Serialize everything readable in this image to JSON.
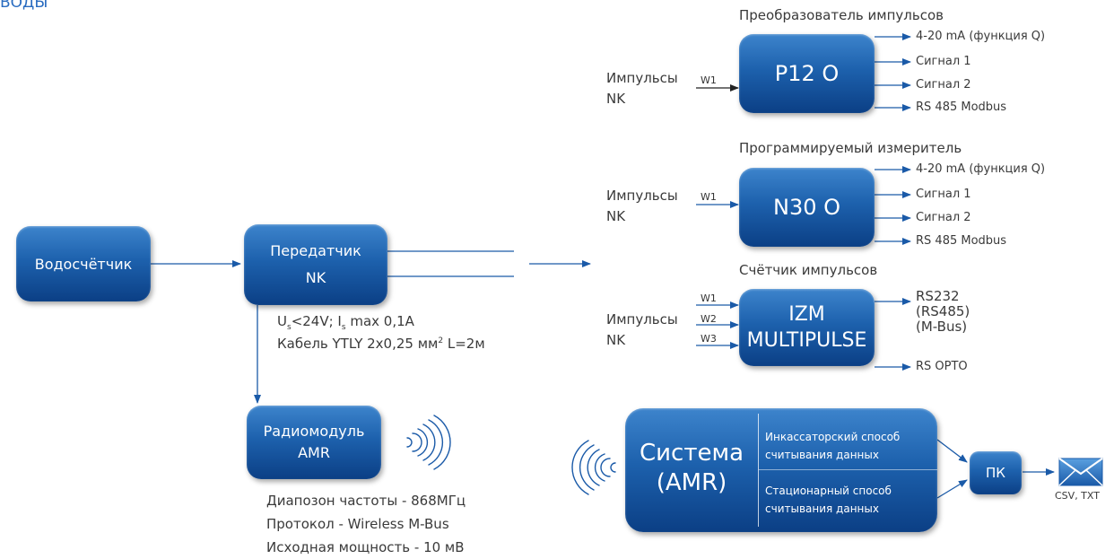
{
  "heading_fragment": "ВОДЫ",
  "water_meter": "Водосчётчик",
  "transmitter": {
    "line1": "Передатчик",
    "line2": "NK"
  },
  "transmitter_spec": {
    "us_a": "U",
    "us_sub": "s",
    "us_b": "<24V; I",
    "is_sub": "s",
    "us_c": " max 0,1A",
    "cable_a": "Кабель YTLY 2x0,25 мм",
    "cable_sup": "2",
    "cable_b": " L=2м"
  },
  "radio_module": {
    "line1": "Радиомодуль",
    "line2": "AMR"
  },
  "radio_spec": [
    "Диапозон частоты - 868МГц",
    "Протокол - Wireless M-Bus",
    "Исходная мощность - 10 мВ"
  ],
  "converter": {
    "title": "Преобразователь импульсов",
    "box": "P12 O",
    "input": {
      "line1": "Импульсы",
      "line2": "NK",
      "wire": "W1"
    },
    "outputs": [
      "4-20 mA (функция Q)",
      "Сигнал 1",
      "Сигнал 2",
      "RS 485 Modbus"
    ]
  },
  "meter": {
    "title": "Программируемый измеритель",
    "box": "N30 O",
    "input": {
      "line1": "Импульсы",
      "line2": "NK",
      "wire": "W1"
    },
    "outputs": [
      "4-20 mA (функция Q)",
      "Сигнал 1",
      "Сигнал 2",
      "RS 485 Modbus"
    ]
  },
  "counter": {
    "title": "Счётчик импульсов",
    "box_line1": "IZM",
    "box_line2": "MULTIPULSE",
    "input": {
      "line1": "Импульсы",
      "line2": "NK",
      "wires": [
        "W1",
        "W2",
        "W3"
      ]
    },
    "outputs": {
      "top": [
        "RS232",
        "(RS485)",
        "(M-Bus)"
      ],
      "bottom": "RS OPTO"
    }
  },
  "system": {
    "line1": "Система",
    "line2": "(AMR)",
    "option1": [
      "Инкассаторский способ",
      "считывания данных"
    ],
    "option2": [
      "Стационарный способ",
      "считывания данных"
    ]
  },
  "pc": "ПК",
  "file_formats": "CSV, TXT",
  "colors": {
    "accent": "#1a5aa8",
    "box_top": "#3d84cc",
    "box_bottom": "#0b3f85",
    "heading": "#2a6cc0",
    "text": "#3a3a3a"
  },
  "icons": [
    "wireless-waves-icon",
    "envelope-icon",
    "arrow-head-icon"
  ]
}
